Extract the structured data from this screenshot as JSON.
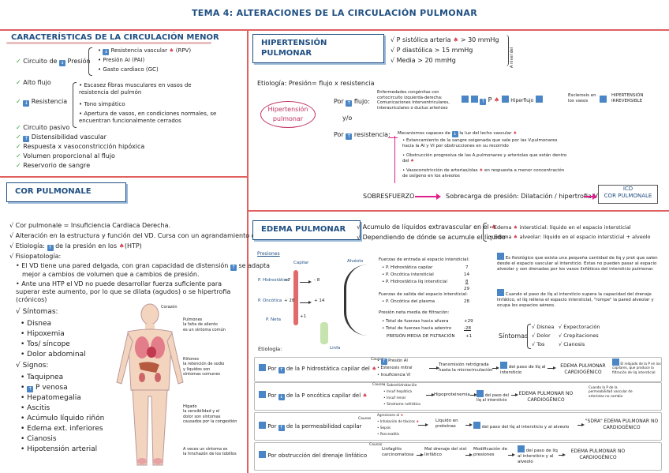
{
  "title": "TEMA 4: ALTERACIONES DE LA CIRCULACIÓN PULMONAR",
  "circ": {
    "heading": "CARACTERÍSTICAS DE LA CIRCULACIÓN MENOR",
    "circuito": "Circuito de",
    "presion": "Presión",
    "p_items": [
      "Resistencia vascular",
      "(RPV)",
      "Presión AI (PAI)",
      "Gasto cardiaco (GC)"
    ],
    "alto": "Alto flujo",
    "resistencia": "Resistencia",
    "r_items": [
      "Escasez fibras musculares en vasos de resistencia del pulmón",
      "Tono simpático",
      "Apertura de vasos, en condiciones normales, se encuentran funcionalmente cerrados"
    ],
    "list": [
      "Circuito pasivo",
      "Distensibilidad vascular",
      "Respuesta x vasoconstricción hipóxica",
      "Volumen proporcional al flujo",
      "Reservorio de sangre"
    ]
  },
  "cor": {
    "heading": "COR PULMONALE",
    "lines": [
      "Cor pulmonale = Insuficiencia Cardiaca Derecha.",
      "Alteración en la estructura y función del VD. Cursa con un agrandamiento del VD",
      "Etiología:",
      "de la presión en los",
      "(HTP)",
      "Fisiopatología:"
    ],
    "b1a": "El VD tiene una pared delgada, con gran capacidad de distensión",
    "b1b": "se adapta",
    "b1c": "mejor a cambios de volumen que a cambios de presión.",
    "b2": "Ante una HTP el VD no puede desarrollar fuerza suficiente para superar este aumento, por lo que se dilata (agudos) o se hipertrofia (crónicos)",
    "sint_h": "Síntomas:",
    "sint": [
      "Disnea",
      "Hipoxemia",
      "Tos/ síncope",
      "Dolor abdominal"
    ],
    "signos_h": "Signos:",
    "signos": [
      "Taquipnea",
      "P venosa",
      "Hepatomegalia",
      "Ascitis",
      "Acúmulo líquido riñón",
      "Edema ext. inferiores",
      "Cianosis",
      "Hipotensión arterial"
    ],
    "body": {
      "corazon": "Corazón",
      "pulmones": "Pulmones\nla falta de aliento\nes un síntoma común",
      "rinones": "Riñones\nla retención de sodio\ny líquidos son\nsíntomas comunes",
      "higado": "Hígado\nla sensibilidad y el\ndolor son síntomas\ncausados por la congestión",
      "pies": "A veces un síntoma es\nla hinchazón de los tobillos"
    }
  },
  "htp": {
    "heading": "HIPERTENSIÓN PULMONAR",
    "crit": [
      "P sistólica arteria",
      "> 30 mmHg",
      "P diastólica > 15 mmHg",
      "Media > 20 mmHg"
    ],
    "side": "A nivel del",
    "etiol": "Etiología: Presión= flujo x resistencia",
    "pill": "Hipertensión pulmonar",
    "por": "Por",
    "flujo": "flujo:",
    "yo": "y/o",
    "flujo_desc": "Enfermedades congénitas con cortocircuito izquierda-derecha: Comunicaciones Interventriculares, interauriculares o ductus arterioso",
    "p": "P",
    "hiperflujo": "Hiperflujo",
    "esclerosis": "Esclerosis en los vasos",
    "irreversible": "HIPERTENSIÓN IRREVERSIBLE",
    "resist": "resistencia:",
    "mecanismos": "Mecanismos capaces de",
    "luz": "la luz",
    "lecho": "del lecho vascular",
    "res_items": [
      "Estancamiento de la sangre oxigenada que sale por las V.pulmonares hacia la AI y VI por obstrucciones en su recorrido",
      "Obstrucción progresiva de las A.pulmonares y arteriolas que están dentro del",
      "Vasoconstricción de arterias/olas",
      "en respuesta a menor concentración de oxígeno en los alveolos"
    ],
    "sobre": "SOBRESFUERZO",
    "sobrecarga": "Sobrecarga de presión: Dilatación / hipertrofia VD",
    "icd": "ICD",
    "cor": "COR PULMONALE"
  },
  "edema": {
    "heading": "EDEMA PULMONAR",
    "top": [
      "Acumulo de líquidos extravascular en el",
      "Dependiendo de dónde se acumule el líquido"
    ],
    "types": [
      "Edema",
      "intersticial: líquido en el espacio intersticial",
      "Edema",
      "alveolar: líquido en el espacio intersticial + alveolo"
    ],
    "presiones": "Presiones",
    "capilar": "Capilar",
    "alveolo": "Alvéolo",
    "linfa": "Linfa",
    "p_labels": [
      "P. Hidrostática",
      "P. Oncótica",
      "P. Neta"
    ],
    "p_vals": [
      "+7",
      "- 8",
      "+ 28",
      "+ 14",
      "+1"
    ],
    "f_in_h": "Fuerzas de entrada al espacio intersticial:",
    "f_in": [
      [
        "P. Hidrostática capilar",
        "7"
      ],
      [
        "P. Oncótica intersticial",
        "14"
      ],
      [
        "P. Hidrostática líq intersticial",
        "8"
      ]
    ],
    "f_in_tot": "29",
    "f_out_h": "Fuerzas de salida del espacio intersticial:",
    "f_out": [
      [
        "P. Oncótica del plasma",
        "28"
      ]
    ],
    "neta_h": "Presión neta media de filtración:",
    "neta": [
      [
        "Total de fuerzas hacia afuera",
        "+29"
      ],
      [
        "Total de fuerzas hacia adentro",
        "-28"
      ]
    ],
    "neta_tot": [
      "PRESIÓN MEDIA DE FILTRACIÓN",
      "+1"
    ],
    "right1a": "Es fisiológico que exista una pequeña cantidad de líq y prot que salen desde el espacio vascular al intersticio. Estas no pueden pasar al espacio alveolar y son drenadas por los vasos linfáticos del intersticio pulmonar.",
    "right1b": "Cuando el paso de líq al intersticio supera la capacidad del drenaje linfático, el líq rellena el espacio intersticial, \"rompe\" la pared alveolar y ocupa los espacios aéreos.",
    "sintomas": "Síntomas",
    "s_list": [
      "Disnea",
      "Dolor",
      "Tos",
      "Expectoración",
      "Crepitaciones",
      "Cianosis"
    ],
    "etiol": "Etiología:",
    "e1": {
      "por": "Por",
      "txt": "de la P hidrostática capilar del",
      "causas": "Causas",
      "items": [
        "Presión AI",
        "Estenosis mitral",
        "Insuficiencia VI"
      ],
      "mid": "Transmisión retrógrada hasta la microcirculación",
      "res": "del paso de líq al intersticio",
      "end": "EDEMA PULMONAR CARDIOGÉNICO",
      "note": "El relajado de la P en los capilares, que produce la filtración de líq intersticial"
    },
    "e2": {
      "por": "Por",
      "txt": "de la P oncótica capilar del",
      "causas": "Causas",
      "items": [
        "Sobrehidratación",
        "Insuf hepática",
        "Insuf renal",
        "Síndrome nefrótico"
      ],
      "mid": "Hipoproteinemia",
      "res": "del paso del líq al intersticio",
      "end": "EDEMA PULMONAR NO CARDIOGÉNICO",
      "note": "Cuando la P de la permeabilidad vascular de arteriolas no cambia"
    },
    "e3": {
      "por": "Por",
      "txt": "de la permeabilidad capilar",
      "causas": "Causas",
      "items": [
        "Agresiones al",
        "Inhalación de tóxicos",
        "Sepsis",
        "Pancreatitis"
      ],
      "mid": "Líquido en proteínas",
      "res": "del paso del líq al intersticio y al alveolo",
      "end": "\"SDRA\" EDEMA PULMONAR NO CARDIOGÉNICO"
    },
    "e4": {
      "por": "Por obstrucción del drenaje linfático",
      "causas": "Causas",
      "c1": "Linfagitis carcinomatosa",
      "c2": "Mal drenaje del sist linfático",
      "mid": "Modificación de presiones",
      "res": "del paso de líq al intersticio y al alveolo",
      "end": "EDEMA PULMONAR NO CARDIOGÉNICO"
    }
  }
}
